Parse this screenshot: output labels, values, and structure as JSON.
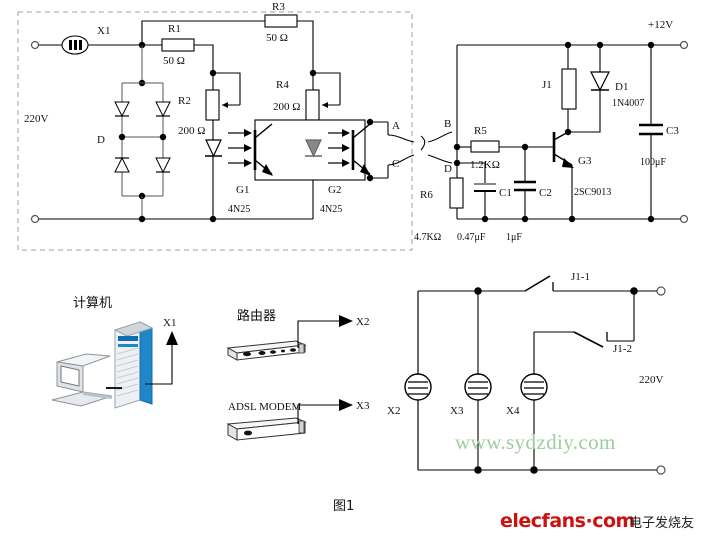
{
  "figure": {
    "caption": "图1",
    "watermark": "www.sydzdiy.com",
    "brand_latin": "elecfans·com",
    "brand_cn": "电子发烧友"
  },
  "top_circuit": {
    "mains_label": "220V",
    "supply_label": "+12V",
    "socket_x1": "X1",
    "bridge_label": "D",
    "components": [
      {
        "ref": "R1",
        "value": "50 Ω"
      },
      {
        "ref": "R3",
        "value": "50 Ω"
      },
      {
        "ref": "R2",
        "value": "200 Ω"
      },
      {
        "ref": "R4",
        "value": "200 Ω"
      },
      {
        "ref": "R5",
        "value": "1.2KΩ"
      },
      {
        "ref": "R6",
        "value": "4.7KΩ"
      },
      {
        "ref": "C1",
        "value": "0.47μF"
      },
      {
        "ref": "C2",
        "value": "1μF"
      },
      {
        "ref": "C3",
        "value": "100μF"
      },
      {
        "ref": "G1",
        "value": "4N25"
      },
      {
        "ref": "G2",
        "value": "4N25"
      },
      {
        "ref": "G3",
        "value": "2SC9013"
      },
      {
        "ref": "D1",
        "value": "1N4007"
      },
      {
        "ref": "J1",
        "value": ""
      }
    ],
    "node_labels": [
      "A",
      "C",
      "B",
      "D"
    ]
  },
  "devices": {
    "computer_label": "计算机",
    "computer_port": "X1",
    "router_label": "路由器",
    "router_port": "X2",
    "modem_label": "ADSL MODEM",
    "modem_port": "X3"
  },
  "bottom_circuit": {
    "mains_label": "220V",
    "contacts": [
      "J1-1",
      "J1-2"
    ],
    "outlets": [
      "X2",
      "X3",
      "X4"
    ]
  }
}
